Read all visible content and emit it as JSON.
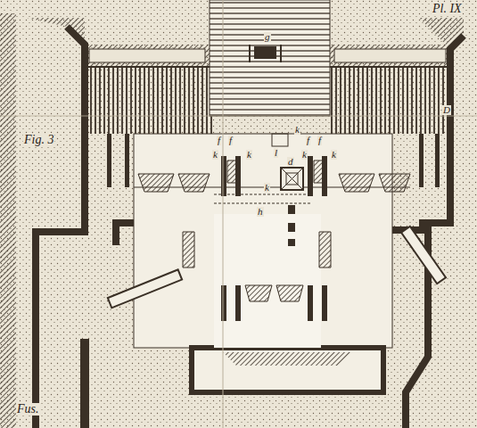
{
  "diagram": {
    "labels": [
      "Pl. IX",
      "Fig. 3",
      "g",
      "D",
      "f",
      "f",
      "k",
      "l",
      "k",
      "k",
      "k",
      "f",
      "f",
      "k",
      "d",
      "h",
      "k",
      "Fus."
    ]
  }
}
